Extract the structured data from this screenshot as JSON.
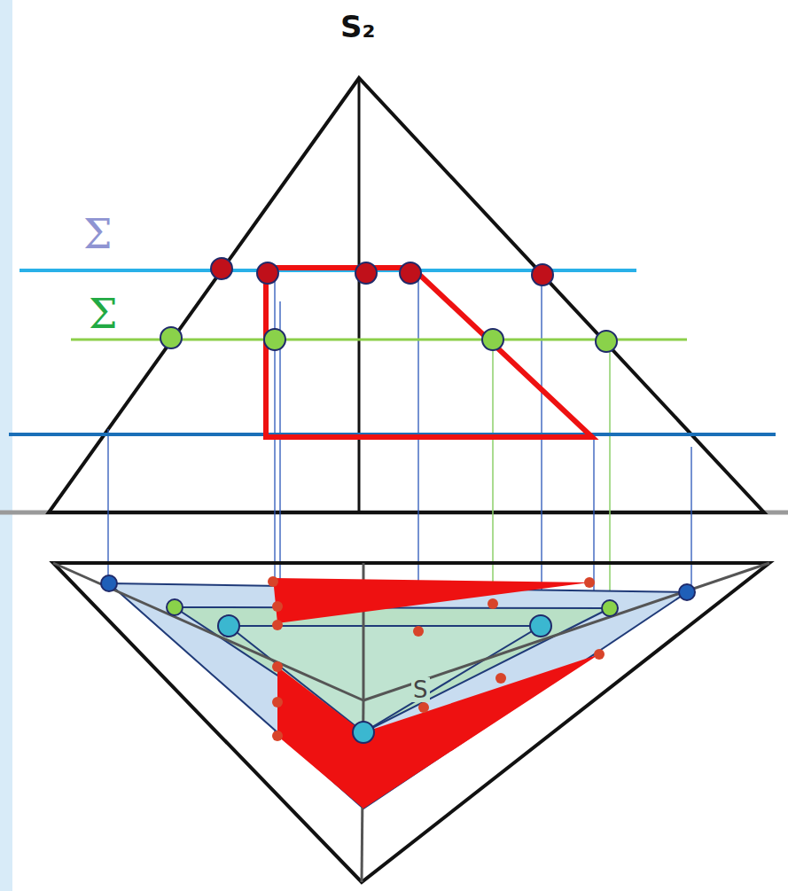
{
  "diagram": {
    "labels": [
      "S₂",
      "Σ",
      "Σ",
      "S"
    ]
  }
}
